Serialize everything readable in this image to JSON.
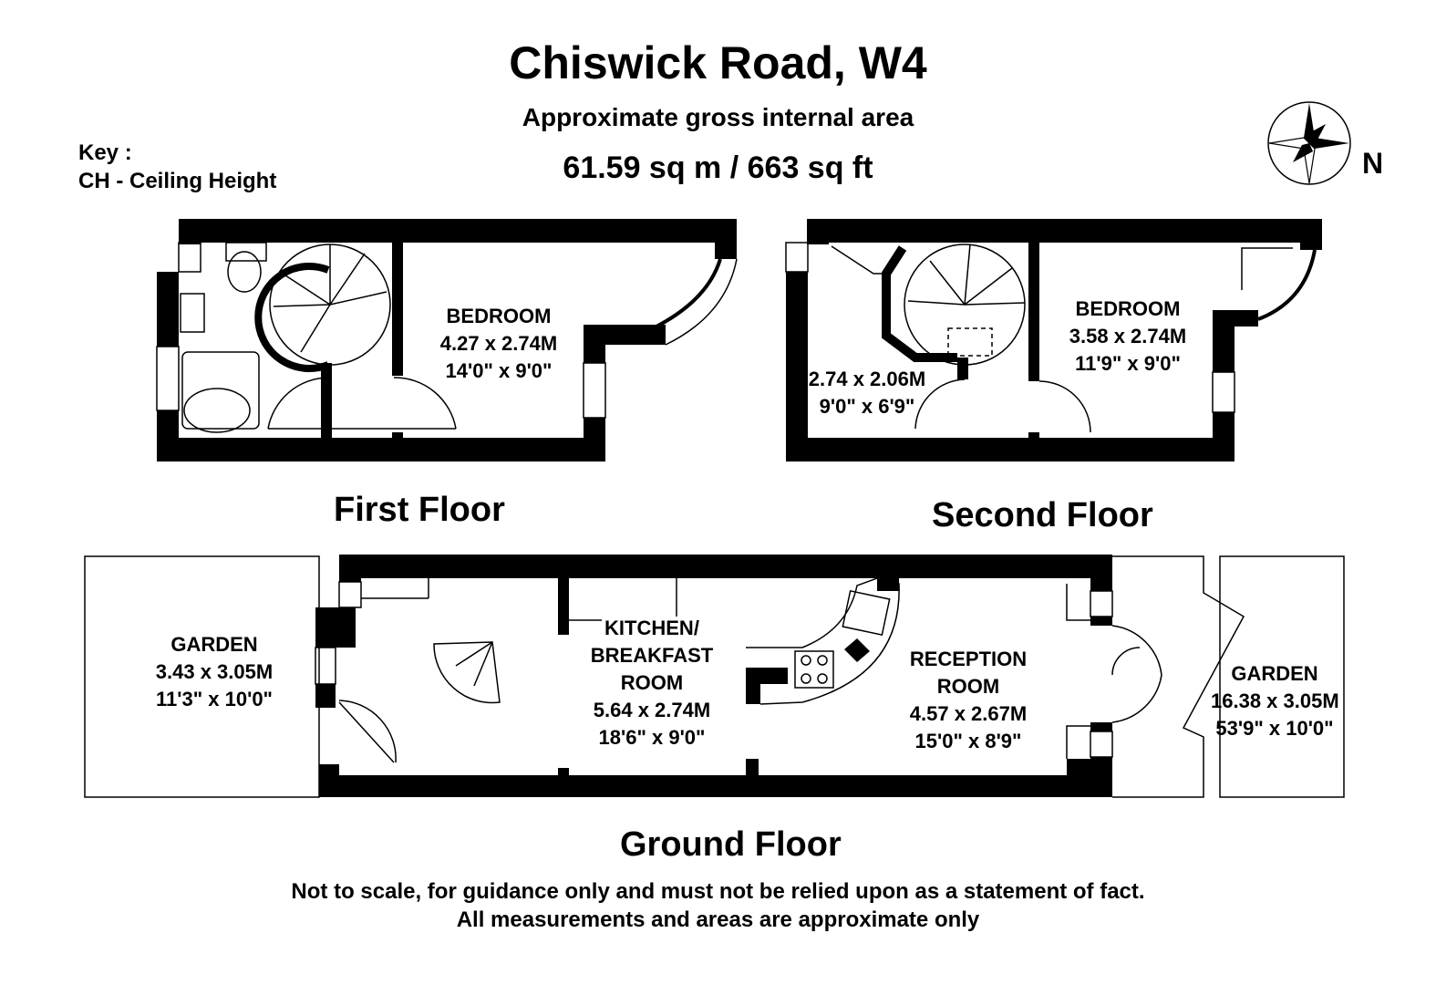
{
  "header": {
    "title": "Chiswick Road, W4",
    "subtitle": "Approximate gross internal area",
    "area": "61.59 sq m /  663 sq ft"
  },
  "key": {
    "label": "Key :",
    "entry": "CH - Ceiling Height"
  },
  "compass": {
    "label": "N"
  },
  "floors": {
    "first": "First Floor",
    "second": "Second Floor",
    "ground": "Ground Floor"
  },
  "rooms": {
    "first_bedroom": {
      "name": "BEDROOM",
      "metric": "4.27 x 2.74M",
      "imperial": "14'0\" x 9'0\""
    },
    "second_landing": {
      "metric": "2.74 x 2.06M",
      "imperial": "9'0\" x 6'9\""
    },
    "second_bedroom": {
      "name": "BEDROOM",
      "metric": "3.58 x 2.74M",
      "imperial": "11'9\" x 9'0\""
    },
    "front_garden": {
      "name": "GARDEN",
      "metric": "3.43 x 3.05M",
      "imperial": "11'3\" x 10'0\""
    },
    "kitchen": {
      "name_line1": "KITCHEN/",
      "name_line2": "BREAKFAST",
      "name_line3": "ROOM",
      "metric": "5.64 x 2.74M",
      "imperial": "18'6\" x 9'0\""
    },
    "reception": {
      "name_line1": "RECEPTION",
      "name_line2": "ROOM",
      "metric": "4.57 x 2.67M",
      "imperial": "15'0\" x 8'9\""
    },
    "rear_garden": {
      "name": "GARDEN",
      "metric": "16.38 x 3.05M",
      "imperial": "53'9\" x 10'0\""
    }
  },
  "footer": {
    "line1": "Not to scale, for guidance only and must not be relied upon as a statement of fact.",
    "line2": "All measurements and areas are approximate only"
  }
}
